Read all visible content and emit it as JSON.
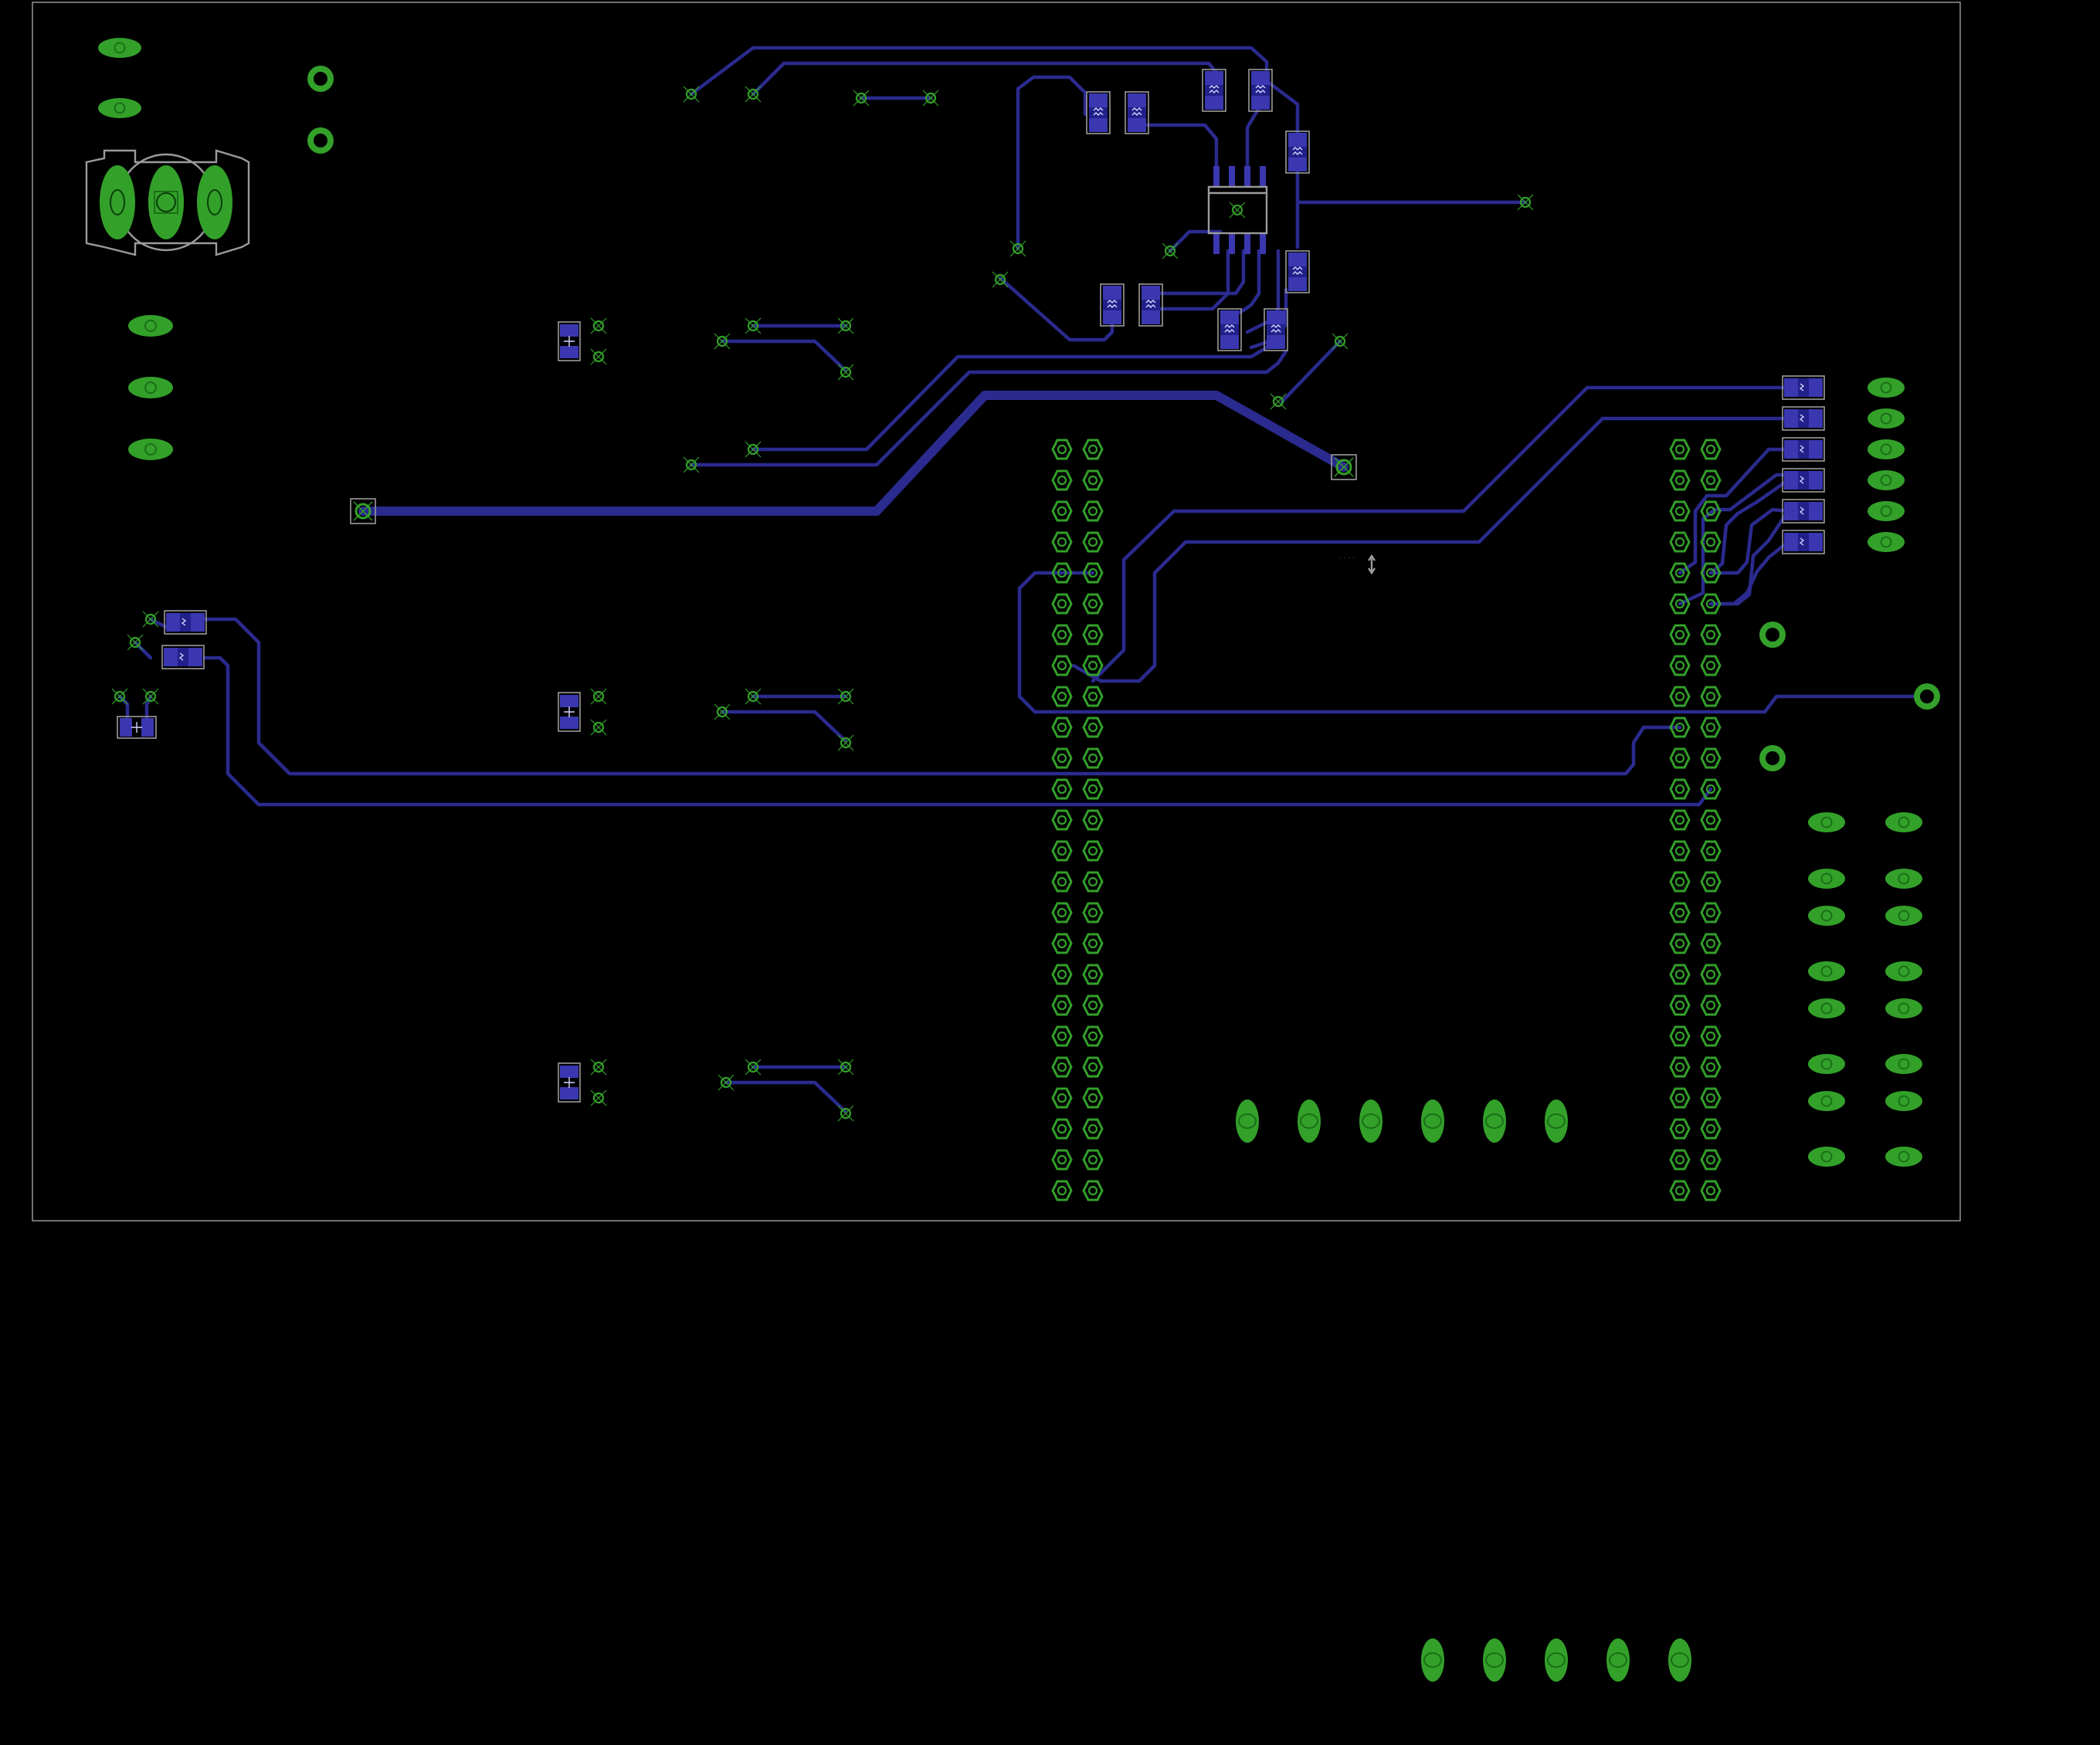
{
  "view": {
    "title": "",
    "background": "#000000",
    "colors": {
      "trace": "#2b2a8e",
      "pad": "#33a02a",
      "smd": "#3a37b0",
      "silk": "#9b9b9b",
      "outline": "#8c8c8c"
    }
  },
  "board": {
    "layers": [
      "board-outline",
      "top-traces",
      "through-hole-pads",
      "smd-pads",
      "silkscreen"
    ],
    "components": {
      "header_columns": 4,
      "header_pins_per_column": 25,
      "smd_resistors": 20,
      "soic8_ics": 1,
      "barrel_jack": 1,
      "bottom_connector_pads": 5,
      "mid_connector_pads": 6
    },
    "icons": [
      "via-icon",
      "through-hole-pad-icon",
      "smd-resistor-icon",
      "soic8-icon",
      "barrel-jack-icon",
      "fiducial-icon"
    ]
  }
}
